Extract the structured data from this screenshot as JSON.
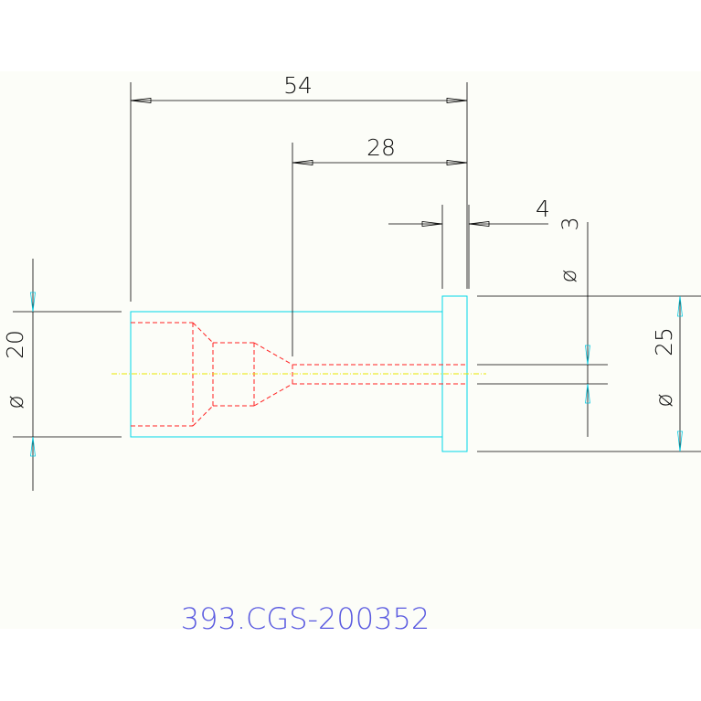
{
  "dimensions": {
    "overall_length": "54",
    "partial_length": "28",
    "flange_width": "4",
    "hole_diameter": "3",
    "shank_diameter": "20",
    "flange_diameter": "25",
    "diameter_symbol": "ø"
  },
  "part_number": "393.CGS-200352",
  "colors": {
    "outline": "#00d8e8",
    "hidden_lines": "#ff2020",
    "centerline": "#e8e800",
    "dimensions": "#000000",
    "part_number": "#5a5ae0"
  }
}
